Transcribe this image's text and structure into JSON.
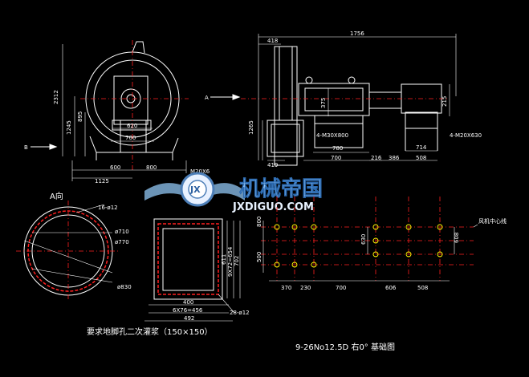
{
  "drawing": {
    "view_label_a": "A向",
    "arrow_a": "A",
    "arrow_b": "B",
    "caption_left": "要求地脚孔二次灌浆（150×150）",
    "caption_right": "9-26No12.5D 右0° 基础图",
    "callout_center": "风机中心线"
  },
  "dims": {
    "d1756": "1756",
    "d418": "418",
    "d2312": "2312",
    "d1245": "1245",
    "d895": "895",
    "d620": "620",
    "d700a": "700",
    "d600": "600",
    "d800": "800",
    "d1125": "1125",
    "d1265": "1265",
    "d375": "375",
    "d215": "215",
    "d419": "419",
    "d780": "780",
    "d700b": "700",
    "d216": "216",
    "d386": "386",
    "d508a": "508",
    "d714": "714",
    "m30": "4-M30X800",
    "m20a": "4-M20X630",
    "m20b": "M20X6",
    "circ16": "16-ø12",
    "circ710": "ø710",
    "circ770": "ø770",
    "circ830": "ø830",
    "sq400": "400",
    "sq6x76": "6X76=456",
    "sq492": "492",
    "sq28": "28-ø12",
    "sq611": "611",
    "sq9x": "9X72=654",
    "sq702": "702",
    "f370": "370",
    "f230": "230",
    "f700": "700",
    "f606": "606",
    "f508": "508",
    "f800": "800",
    "f500": "500",
    "f630": "630",
    "f608": "608"
  },
  "watermark": {
    "cn": "机械帝国",
    "en": "JXDIGUO.COM",
    "badge": "JX"
  },
  "colors": {
    "line": "#ffffff",
    "red": "#ff2020",
    "yellow": "#ffff00",
    "green": "#00ff00",
    "blue": "#4da6ff"
  }
}
